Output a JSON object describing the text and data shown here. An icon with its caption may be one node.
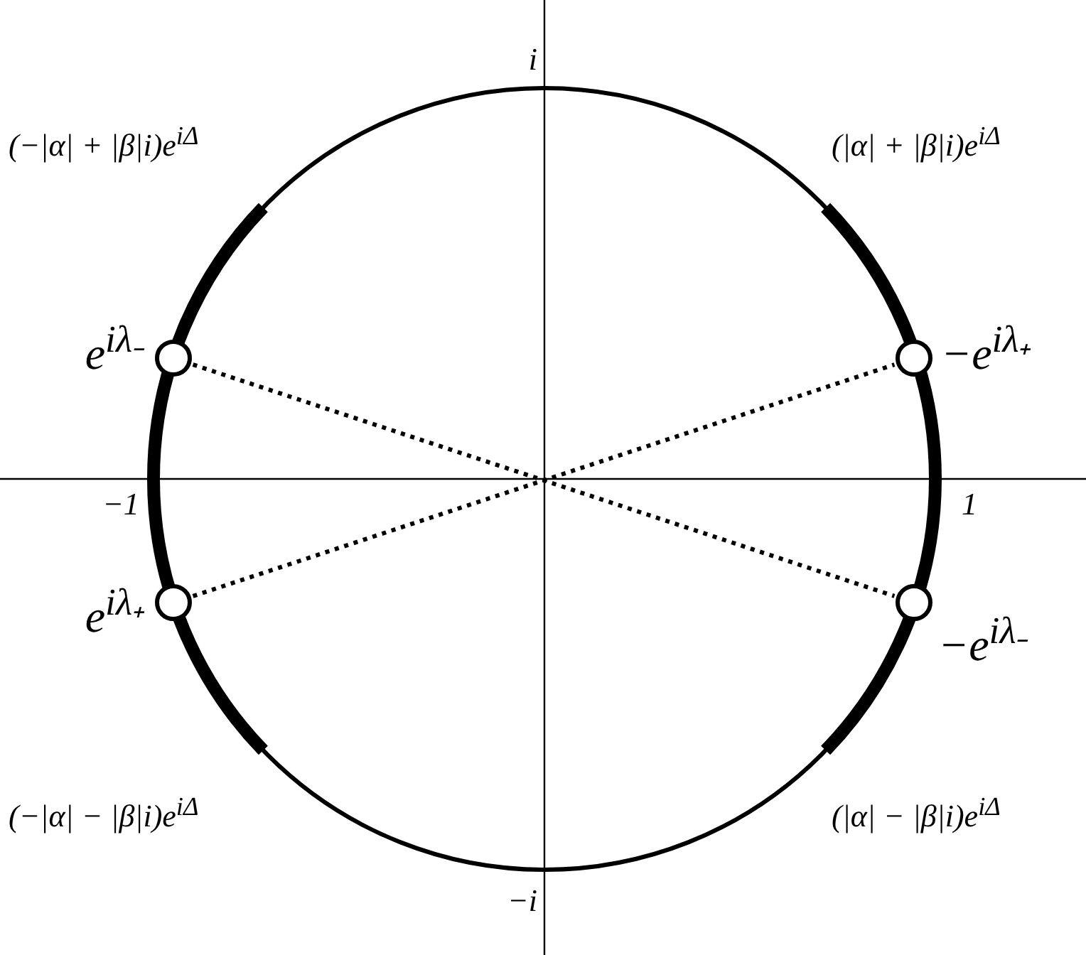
{
  "diagram": {
    "nodes": [
      {
        "text": [],
        "shape": "circle",
        "beside": [
          "e$^{iλ₋}$"
        ]
      },
      {
        "text": [],
        "shape": "circle",
        "beside": [
          "−e$^{iλ₊}$"
        ]
      },
      {
        "text": [],
        "shape": "circle",
        "beside": [
          "e$^{iλ₊}$"
        ]
      },
      {
        "text": [],
        "shape": "circle",
        "beside": [
          "−e$^{iλ₋}$"
        ]
      }
    ],
    "edges": [
      {
        "from": 0,
        "to": 3,
        "arrow": "none",
        "style": "dashed"
      },
      {
        "from": 2,
        "to": 1,
        "arrow": "none",
        "style": "dashed"
      }
    ],
    "labels": [
      "i",
      "(−|α| + |β|i)e$^{iΔ}$",
      "(|α| + |β|i)e$^{iΔ}$",
      "−1",
      "1",
      "(−|α| − |β|i)e$^{iΔ}$",
      "(|α| − |β|i)e$^{iΔ}$",
      "−i"
    ]
  }
}
